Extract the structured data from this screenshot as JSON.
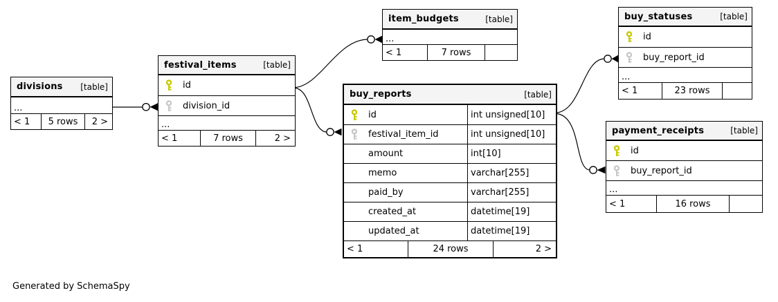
{
  "credit": "Generated by SchemaSpy",
  "colors": {
    "primary_key": "#c9c900",
    "foreign_key": "#c8c8c8",
    "header_bg": "#f4f4f4",
    "border": "#000000",
    "background": "#ffffff"
  },
  "tables": [
    {
      "id": "divisions",
      "name": "divisions",
      "type_label": "[table]",
      "rows": [
        {
          "name": "..."
        }
      ],
      "footer": [
        "< 1",
        "5 rows",
        "2 >"
      ]
    },
    {
      "id": "festival_items",
      "name": "festival_items",
      "type_label": "[table]",
      "rows": [
        {
          "key": "primary",
          "name": "id"
        },
        {
          "key": "foreign",
          "name": "division_id"
        },
        {
          "name": "..."
        }
      ],
      "footer": [
        "< 1",
        "7 rows",
        "2 >"
      ]
    },
    {
      "id": "item_budgets",
      "name": "item_budgets",
      "type_label": "[table]",
      "rows": [
        {
          "name": "..."
        }
      ],
      "footer": [
        "< 1",
        "7 rows",
        ""
      ]
    },
    {
      "id": "buy_reports",
      "name": "buy_reports",
      "type_label": "[table]",
      "rows": [
        {
          "key": "primary",
          "name": "id",
          "type": "int unsigned[10]"
        },
        {
          "key": "foreign",
          "name": "festival_item_id",
          "type": "int unsigned[10]"
        },
        {
          "name": "amount",
          "type": "int[10]"
        },
        {
          "name": "memo",
          "type": "varchar[255]"
        },
        {
          "name": "paid_by",
          "type": "varchar[255]"
        },
        {
          "name": "created_at",
          "type": "datetime[19]"
        },
        {
          "name": "updated_at",
          "type": "datetime[19]"
        }
      ],
      "footer": [
        "< 1",
        "24 rows",
        "2 >"
      ]
    },
    {
      "id": "buy_statuses",
      "name": "buy_statuses",
      "type_label": "[table]",
      "rows": [
        {
          "key": "primary",
          "name": "id"
        },
        {
          "key": "foreign",
          "name": "buy_report_id"
        },
        {
          "name": "..."
        }
      ],
      "footer": [
        "< 1",
        "23 rows",
        ""
      ]
    },
    {
      "id": "payment_receipts",
      "name": "payment_receipts",
      "type_label": "[table]",
      "rows": [
        {
          "key": "primary",
          "name": "id"
        },
        {
          "key": "foreign",
          "name": "buy_report_id"
        },
        {
          "name": "..."
        }
      ],
      "footer": [
        "< 1",
        "16 rows",
        ""
      ]
    }
  ],
  "relationships": [
    {
      "from": "divisions",
      "to": "festival_items.division_id"
    },
    {
      "from": "festival_items.id",
      "to": "item_budgets"
    },
    {
      "from": "festival_items.id",
      "to": "buy_reports.festival_item_id"
    },
    {
      "from": "buy_reports.id",
      "to": "buy_statuses.buy_report_id"
    },
    {
      "from": "buy_reports.id",
      "to": "payment_receipts.buy_report_id"
    }
  ]
}
